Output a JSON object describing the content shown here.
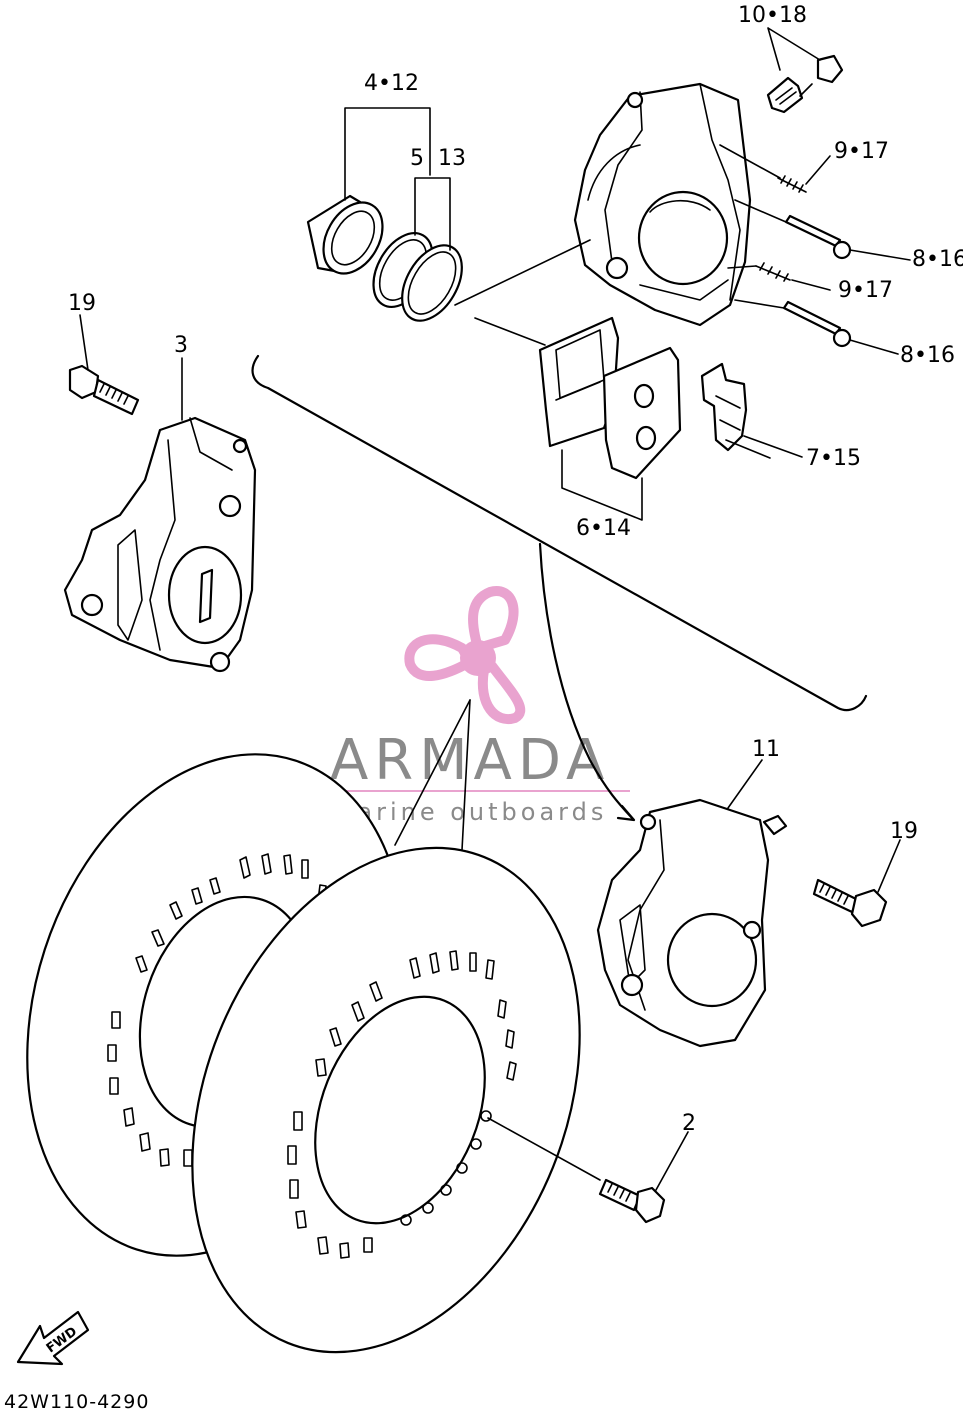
{
  "diagram": {
    "part_labels": {
      "l_10_18": "10•18",
      "l_4_12": "4•12",
      "l_5": "5",
      "l_13": "13",
      "l_9_17_a": "9•17",
      "l_8_16_a": "8•16",
      "l_9_17_b": "9•17",
      "l_8_16_b": "8•16",
      "l_19_left": "19",
      "l_3": "3",
      "l_7_15": "7•15",
      "l_6_14": "6•14",
      "l_11": "11",
      "l_19_right": "19",
      "l_2": "2"
    },
    "direction_marker": "FWD",
    "drawing_code": "42W110-4290"
  },
  "watermark": {
    "brand": "ARMADA",
    "tagline": "marine outboards",
    "color_pink": "#e9a3cf",
    "color_gray": "#8a8a8a"
  }
}
